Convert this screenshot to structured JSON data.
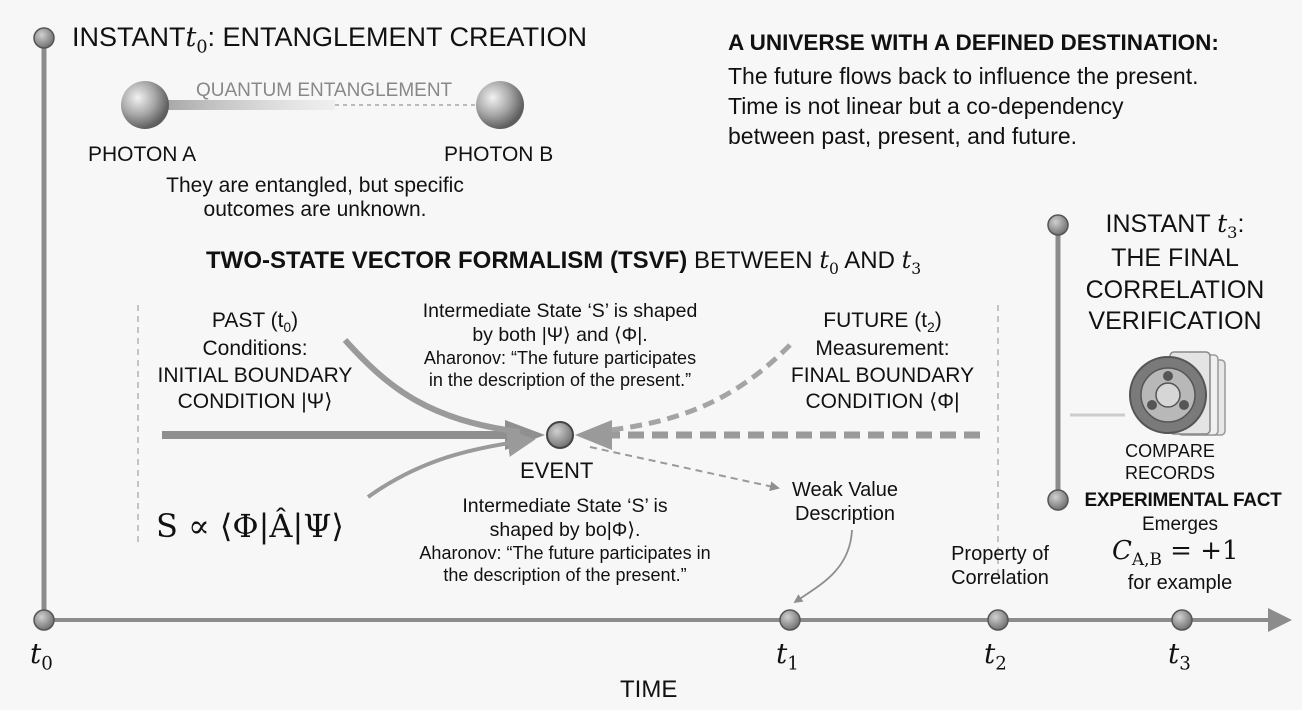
{
  "top_left": {
    "instant_prefix": "INSTANT ",
    "instant_var": "t",
    "instant_sub": "0",
    "instant_suffix": ": ENTANGLEMENT CREATION",
    "entanglement_label": "QUANTUM ENTANGLEMENT",
    "photon_a": "PHOTON A",
    "photon_b": "PHOTON B",
    "note_line1": "They are entangled, but specific",
    "note_line2": "outcomes are unknown."
  },
  "top_right": {
    "heading": "A UNIVERSE WITH A DEFINED DESTINATION:",
    "line1": "The future flows back to influence the present.",
    "line2": "Time is not linear but a co-dependency",
    "line3": "between past, present, and future."
  },
  "tsvf": {
    "title_bold": "TWO-STATE VECTOR FORMALISM (TSVF)",
    "title_between": " BETWEEN ",
    "title_and": " AND ",
    "t0_var": "t",
    "t0_sub": "0",
    "t3_var": "t",
    "t3_sub": "3"
  },
  "past": {
    "line1": "PAST (t",
    "line1_sub": "0",
    "line1_end": ")",
    "line2": "Conditions:",
    "line3": "INITIAL BOUNDARY",
    "line4": "CONDITION |Ψ⟩"
  },
  "middle_top": {
    "line1": "Intermediate State ‘S’ is shaped",
    "line2": "by both |Ψ⟩ and ⟨Φ|.",
    "line3": "Aharonov: “The future participates",
    "line4": "in the description of the present.”"
  },
  "future": {
    "line1": "FUTURE (t",
    "line1_sub": "2",
    "line1_end": ")",
    "line2": "Measurement:",
    "line3": "FINAL BOUNDARY",
    "line4": "CONDITION ⟨Φ|"
  },
  "event_label": "EVENT",
  "middle_bottom": {
    "line1": "Intermediate State ‘S’ is",
    "line2": "shaped by bo|Φ⟩.",
    "line3": "Aharonov: “The future participates in",
    "line4": "the description of the present.”"
  },
  "formula": "S ∝ ⟨Φ|Â|Ψ⟩",
  "weak_value": {
    "line1": "Weak Value",
    "line2": "Description"
  },
  "property": {
    "line1": "Property of",
    "line2": "Correlation"
  },
  "t3_block": {
    "instant_prefix": "INSTANT ",
    "instant_var": "t",
    "instant_sub": "3",
    "instant_colon": ":",
    "line2": "THE FINAL",
    "line3": "CORRELATION",
    "line4": "VERIFICATION",
    "compare1": "COMPARE",
    "compare2": "RECORDS",
    "fact": "EXPERIMENTAL FACT",
    "emerges": "Emerges",
    "corr_formula": "C",
    "corr_sub": "A,B",
    "corr_value": " = +1",
    "example": "for example"
  },
  "axis": {
    "label": "TIME",
    "ticks": [
      {
        "var": "t",
        "sub": "0"
      },
      {
        "var": "t",
        "sub": "1"
      },
      {
        "var": "t",
        "sub": "2"
      },
      {
        "var": "t",
        "sub": "3"
      }
    ]
  },
  "colors": {
    "node": "#8a8a8a",
    "line": "#8c8c8c",
    "arrow": "#9a9a9a",
    "text": "#111111"
  }
}
